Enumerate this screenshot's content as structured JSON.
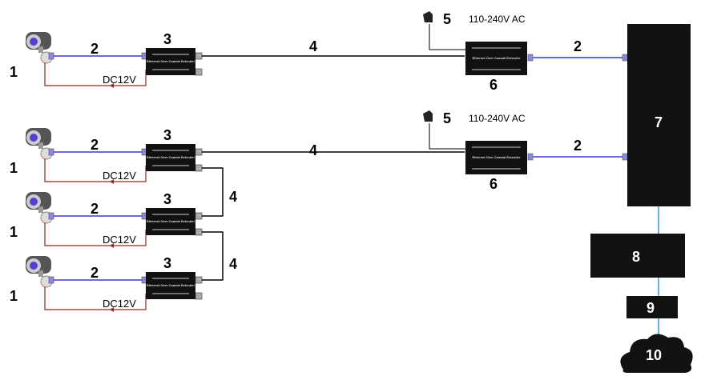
{
  "labels": {
    "camera": "1",
    "ethernet_cable": "2",
    "transmitter": "3",
    "coax_cable": "4",
    "power_adapter": "5",
    "receiver": "6",
    "switch": "7",
    "router": "8",
    "modem": "9",
    "internet": "10"
  },
  "power_text": "DC12V",
  "ac_text": "110-240V AC",
  "device_text": "Ethernet Over Coaxial Extender",
  "colors": {
    "ethernet": "#3a3ad0",
    "power": "#a02020",
    "coax": "#000000",
    "uplink": "#3aa0d0",
    "device": "#111111"
  }
}
